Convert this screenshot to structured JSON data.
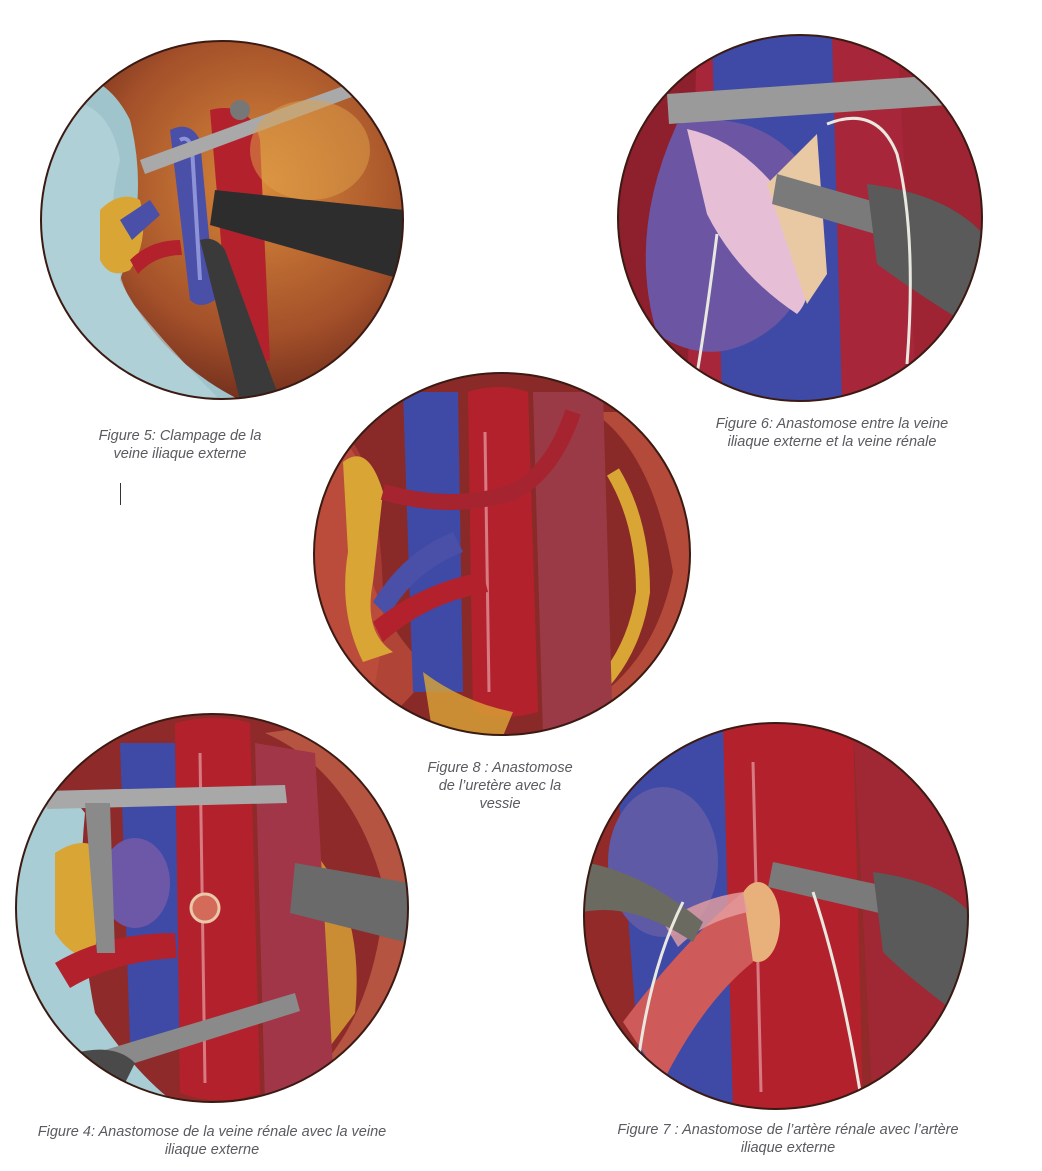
{
  "figures": [
    {
      "id": "fig5",
      "lines": [
        "Figure 5: Clampage de la",
        "veine iliaque externe"
      ]
    },
    {
      "id": "fig6",
      "lines": [
        "Figure 6: Anastomose entre la veine",
        "iliaque externe et la veine rénale"
      ]
    },
    {
      "id": "fig8",
      "lines": [
        "Figure 8 : Anastomose",
        "de l’uretère avec la",
        "vessie"
      ]
    },
    {
      "id": "fig4",
      "lines": [
        "Figure 4: Anastomose de la veine rénale avec la veine",
        "iliaque externe"
      ]
    },
    {
      "id": "fig7",
      "lines": [
        "Figure 7 : Anastomose de l’artère rénale avec l’artère",
        "iliaque externe"
      ]
    }
  ],
  "colors": {
    "vein": "#4a4fa8",
    "artery": "#b3222c",
    "fat": "#d9a636",
    "tissue": "#7a2b22",
    "instrument": "#9a9a9a",
    "caption": "#5a5a60"
  }
}
